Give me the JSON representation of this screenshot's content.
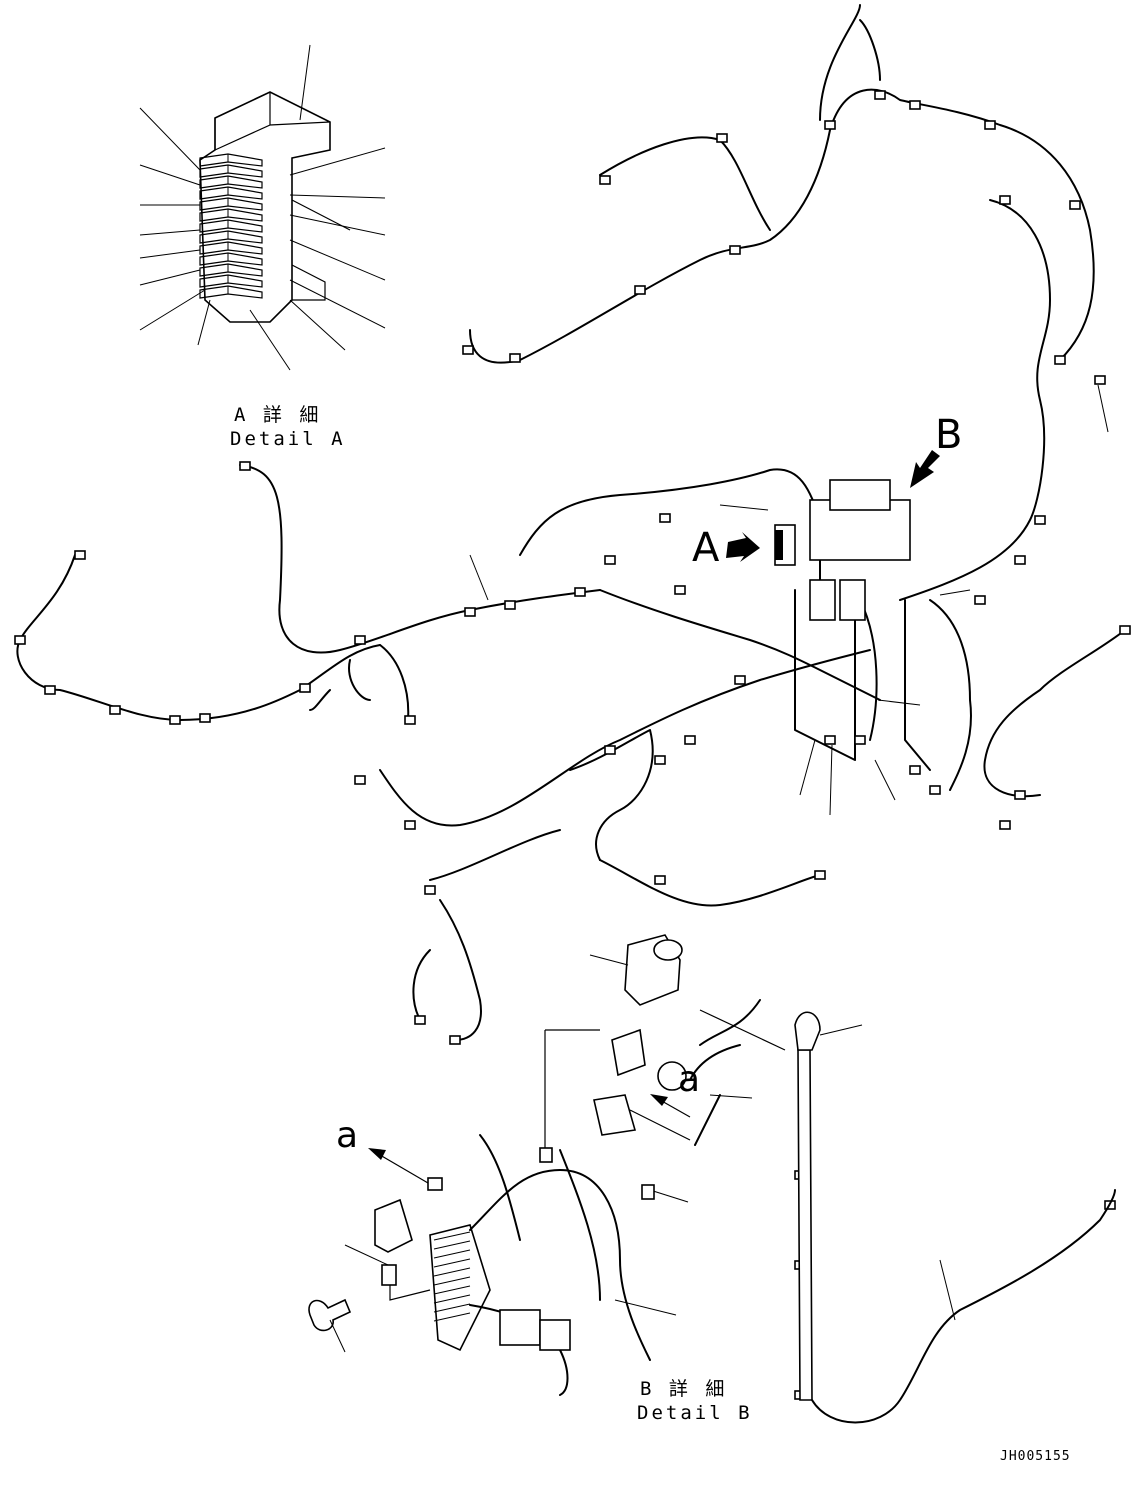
{
  "detail_a": {
    "jp": "A 詳 細",
    "en": "Detail A"
  },
  "detail_b": {
    "jp": "B 詳 細",
    "en": "Detail B"
  },
  "view_marks": {
    "a_arrow": "A",
    "b_arrow": "B"
  },
  "ref_marks": {
    "a_right": "a",
    "a_left": "a"
  },
  "drawing_code": "JH005155",
  "colors": {
    "line": "#000000",
    "background": "#ffffff"
  }
}
